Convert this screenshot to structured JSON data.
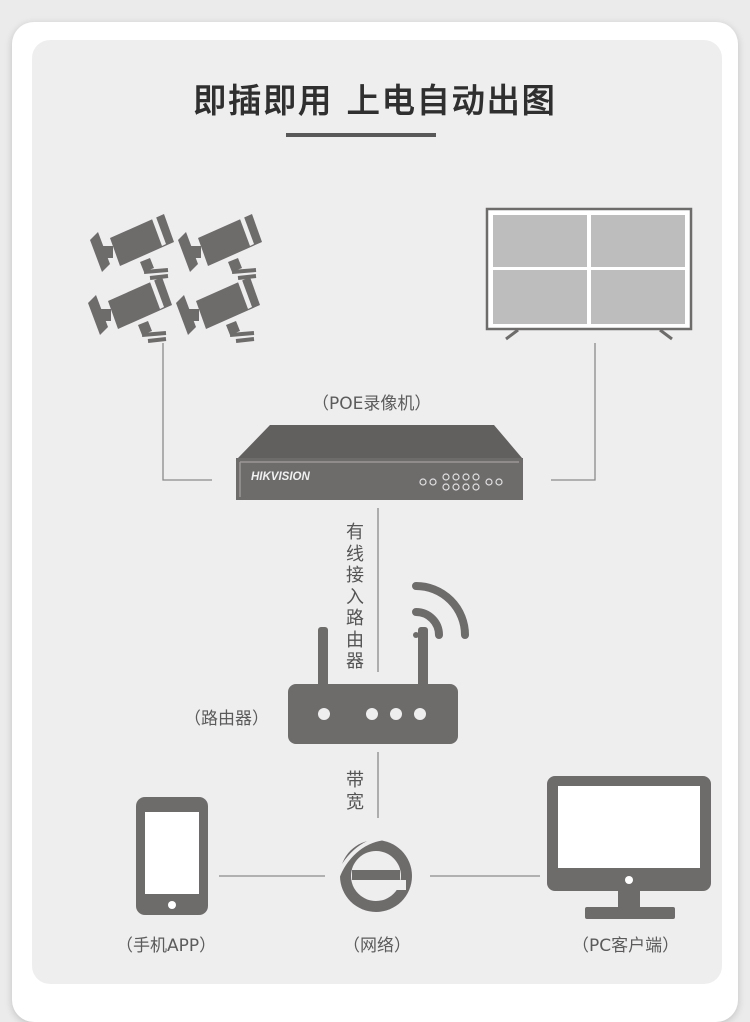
{
  "title": "即插即用 上电自动出图",
  "labels": {
    "nvr": "（POE录像机）",
    "router": "（路由器）",
    "phone": "（手机APP）",
    "network": "（网络）",
    "pc": "（PC客户端）"
  },
  "connections": {
    "wired": "有线接入路由器",
    "broadband": "带宽"
  },
  "nvr_brand": "HIKVISION",
  "colors": {
    "icon": "#6e6b6b",
    "line": "#8a8a8a",
    "text": "#5b5b5b",
    "screen": "#bdbdbd"
  }
}
